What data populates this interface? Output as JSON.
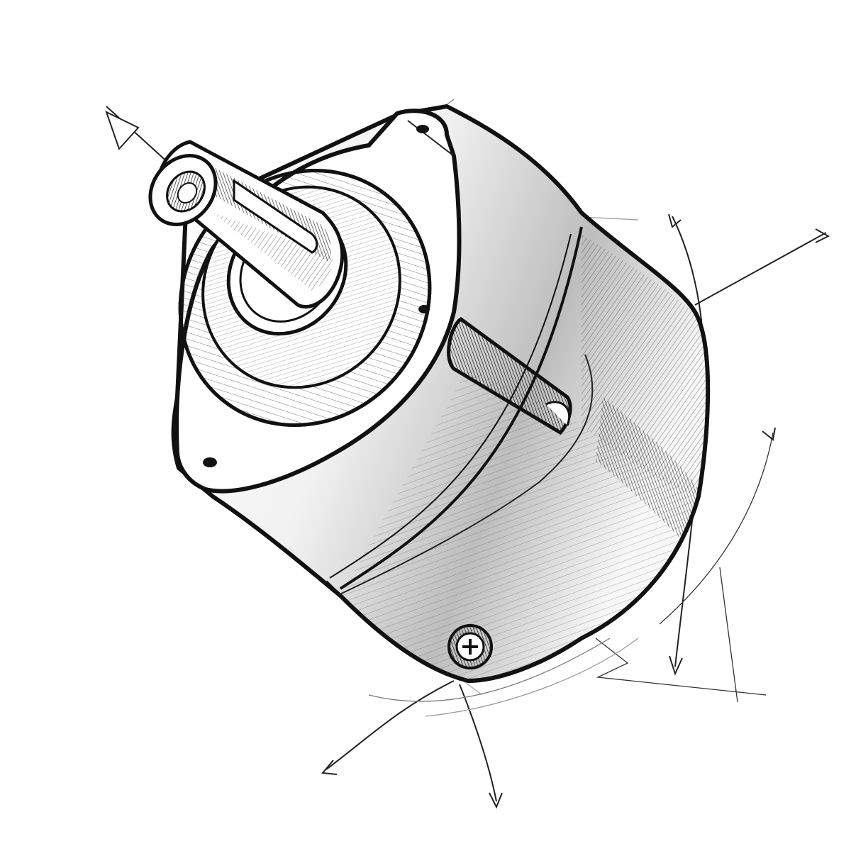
{
  "scene": {
    "subject": "motor-sketch",
    "style": "ink-hatching",
    "colors": {
      "paper": "#ffffff",
      "ink": "#111111",
      "hatch": "#333333",
      "guide": "#555555"
    },
    "parts": {
      "shaft": "output-shaft",
      "flange": "mounting-flange",
      "body": "cylindrical-housing",
      "slot": "window-slot",
      "screw": "phillips-screw-icon",
      "axes": [
        "axis-arrow-up-left",
        "axis-arrow-right",
        "axis-arrow-down",
        "axis-arrow-bottom-left",
        "axis-arrow-bottom"
      ]
    }
  }
}
